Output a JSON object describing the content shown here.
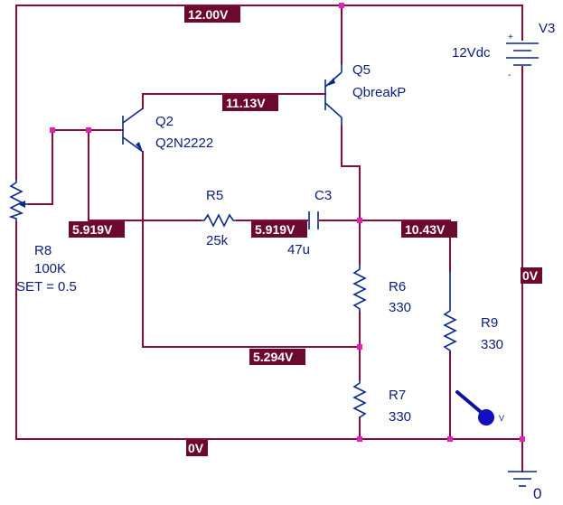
{
  "components": {
    "v3": {
      "name": "V3",
      "value": "12Vdc",
      "plus": "+",
      "minus": "-"
    },
    "q5": {
      "name": "Q5",
      "model": "QbreakP"
    },
    "q2": {
      "name": "Q2",
      "model": "Q2N2222"
    },
    "r5": {
      "name": "R5",
      "value": "25k"
    },
    "c3": {
      "name": "C3",
      "value": "47u"
    },
    "r8": {
      "name": "R8",
      "value": "100K",
      "set": "SET = 0.5"
    },
    "r6": {
      "name": "R6",
      "value": "330"
    },
    "r7": {
      "name": "R7",
      "value": "330"
    },
    "r9": {
      "name": "R9",
      "value": "330"
    },
    "gnd": {
      "label": "0"
    },
    "probe": {
      "label": "V"
    }
  },
  "voltages": {
    "top_rail": "12.00V",
    "q5_base": "11.13V",
    "r5_left": "5.919V",
    "r5_right": "5.919V",
    "c3_right": "10.43V",
    "v3_minus": "0V",
    "emitter_node": "5.294V",
    "ground_rail": "0V"
  },
  "colors": {
    "wire": "#8b0a3a",
    "component": "#0a2a8a",
    "node_dot": "#e020b8",
    "voltage_tag": "#6b0a2e",
    "probe": "#1010c0"
  }
}
